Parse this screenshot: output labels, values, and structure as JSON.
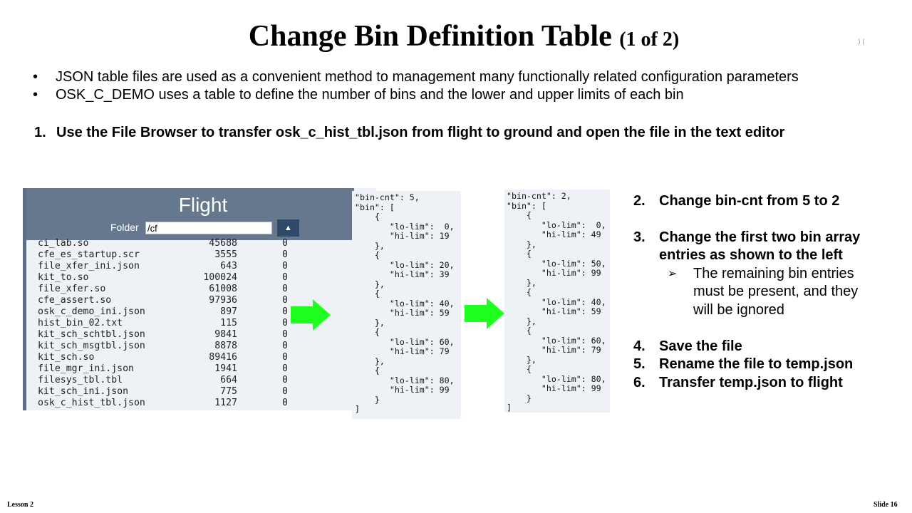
{
  "title": {
    "main": "Change Bin Definition Table ",
    "sub": "(1 of 2)"
  },
  "corner_icon": "⟩⟨",
  "bullets": [
    "JSON table files are used as a convenient method to management  many functionally related configuration parameters",
    "OSK_C_DEMO uses a table to define the number  of bins and the lower and upper limits of each bin"
  ],
  "step1": {
    "num": "1.",
    "text": "Use the File Browser to transfer osk_c_hist_tbl.json from flight to ground and open the file in the text editor"
  },
  "flight_panel": {
    "title": "Flight",
    "folder_label": "Folder",
    "folder_value": "/cf",
    "up_button": "▲",
    "files": [
      {
        "name": "ci_lab.so",
        "size": "45688",
        "col3": "0"
      },
      {
        "name": "cfe_es_startup.scr",
        "size": "3555",
        "col3": "0"
      },
      {
        "name": "file_xfer_ini.json",
        "size": "643",
        "col3": "0"
      },
      {
        "name": "kit_to.so",
        "size": "100024",
        "col3": "0"
      },
      {
        "name": "file_xfer.so",
        "size": "61008",
        "col3": "0"
      },
      {
        "name": "cfe_assert.so",
        "size": "97936",
        "col3": "0"
      },
      {
        "name": "osk_c_demo_ini.json",
        "size": "897",
        "col3": "0"
      },
      {
        "name": "hist_bin_02.txt",
        "size": "115",
        "col3": "0"
      },
      {
        "name": "kit_sch_schtbl.json",
        "size": "9841",
        "col3": "0"
      },
      {
        "name": "kit_sch_msgtbl.json",
        "size": "8878",
        "col3": "0"
      },
      {
        "name": "kit_sch.so",
        "size": "89416",
        "col3": "0"
      },
      {
        "name": "file_mgr_ini.json",
        "size": "1941",
        "col3": "0"
      },
      {
        "name": "filesys_tbl.tbl",
        "size": "664",
        "col3": "0"
      },
      {
        "name": "kit_sch_ini.json",
        "size": "775",
        "col3": "0"
      },
      {
        "name": "osk_c_hist_tbl.json",
        "size": "1127",
        "col3": "0"
      }
    ]
  },
  "code_before": "\"bin-cnt\": 5,\n\"bin\": [\n    {\n       \"lo-lim\":  0,\n       \"hi-lim\": 19\n    },\n    {\n       \"lo-lim\": 20,\n       \"hi-lim\": 39\n    },\n    {\n       \"lo-lim\": 40,\n       \"hi-lim\": 59\n    },\n    {\n       \"lo-lim\": 60,\n       \"hi-lim\": 79\n    },\n    {\n       \"lo-lim\": 80,\n       \"hi-lim\": 99\n    }\n]",
  "code_after": "\"bin-cnt\": 2,\n\"bin\": [\n    {\n       \"lo-lim\":  0,\n       \"hi-lim\": 49\n    },\n    {\n       \"lo-lim\": 50,\n       \"hi-lim\": 99\n    },\n    {\n       \"lo-lim\": 40,\n       \"hi-lim\": 59\n    },\n    {\n       \"lo-lim\": 60,\n       \"hi-lim\": 79\n    },\n    {\n       \"lo-lim\": 80,\n       \"hi-lim\": 99\n    }\n]",
  "steps": {
    "s2": {
      "num": "2.",
      "text": "Change bin-cnt from 5 to 2"
    },
    "s3": {
      "num": "3.",
      "text": "Change the first two bin array entries as shown to the left"
    },
    "s3_sub": {
      "bullet": "➢",
      "text": "The remaining bin entries must be present, and they will be ignored"
    },
    "s4": {
      "num": "4.",
      "text": "Save the file"
    },
    "s5": {
      "num": "5.",
      "text": "Rename the file to temp.json"
    },
    "s6": {
      "num": "6.",
      "text": "Transfer temp.json to flight"
    }
  },
  "footer": {
    "left": "Lesson 2",
    "right": "Slide 16"
  },
  "colors": {
    "panel_header": "#66788d",
    "panel_bg": "#eef2f7",
    "arrow": "#1fff1f",
    "button": "#2f4a68"
  }
}
